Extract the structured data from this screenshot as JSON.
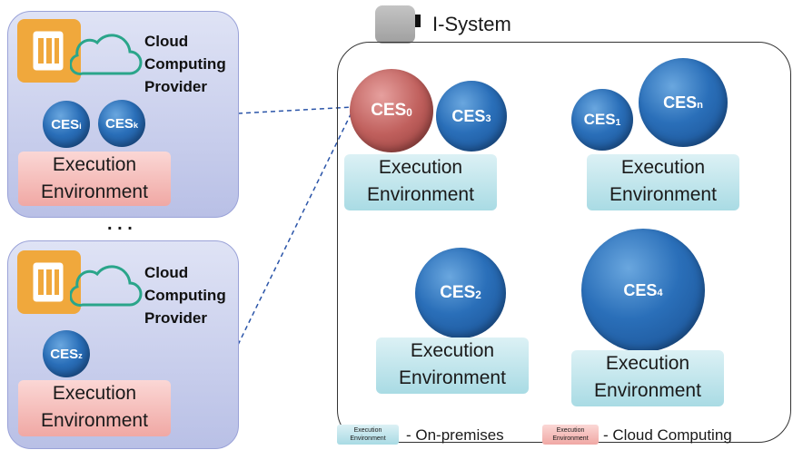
{
  "title": "I-System",
  "providers": [
    {
      "label_lines": [
        "Cloud",
        "Computing",
        "Provider"
      ],
      "ces": [
        "i",
        "k"
      ],
      "environment_lines": [
        "Execution",
        "Environment"
      ]
    },
    {
      "label_lines": [
        "Cloud",
        "Computing",
        "Provider"
      ],
      "ces": [
        "z"
      ],
      "environment_lines": [
        "Execution",
        "Environment"
      ]
    }
  ],
  "ellipsis": ". . .",
  "ces_prefix": "CES",
  "isystem_ces": [
    "0",
    "3",
    "1",
    "n",
    "2",
    "4"
  ],
  "isystem_environment_lines": [
    "Execution",
    "Environment"
  ],
  "legend": {
    "small_box_lines": [
      "Execution",
      "Environment"
    ],
    "on_premises": "- On-premises",
    "cloud_computing": "- Cloud Computing"
  },
  "colors": {
    "provider_panel": "#c9cdef",
    "provider_icon": "#f0a83c",
    "cloud_outline": "#2aa58a",
    "ces_blue": "#2a6fb9",
    "ces_red": "#c0605d",
    "env_on_premises": "#b8e1e8",
    "env_cloud": "#f3b5b1",
    "connector": "#2a54a8"
  }
}
